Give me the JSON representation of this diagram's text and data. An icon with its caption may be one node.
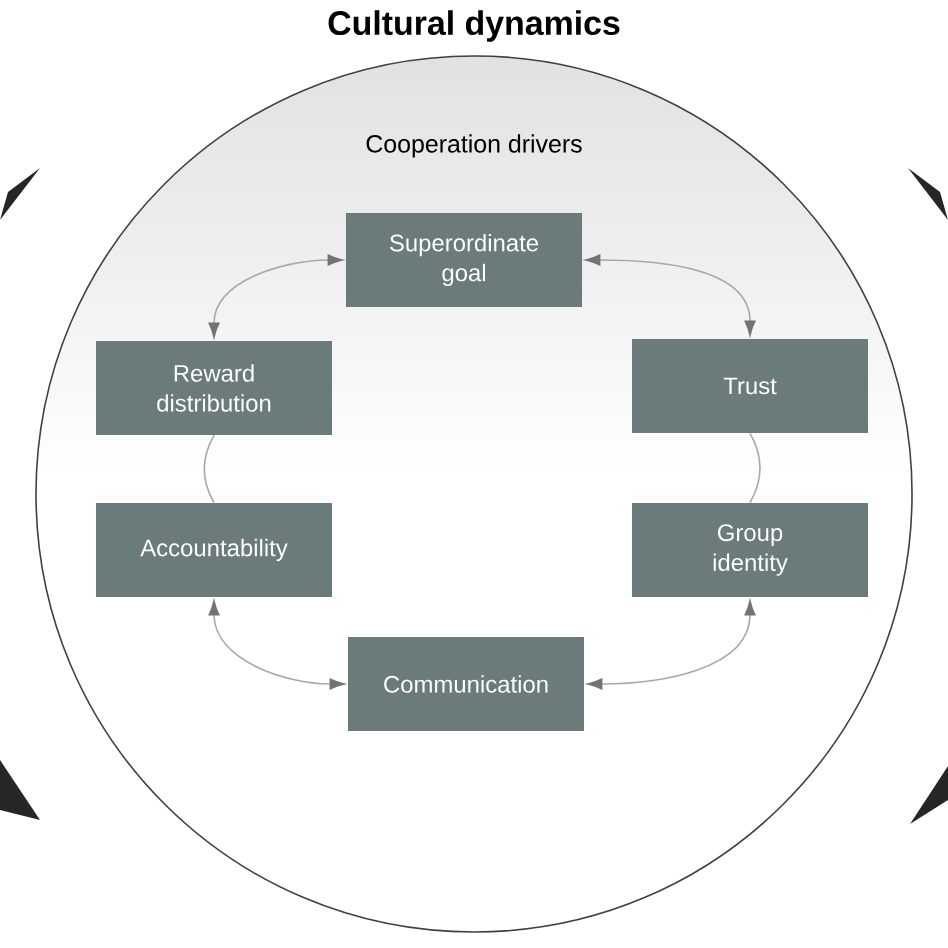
{
  "diagram": {
    "title": "Cultural dynamics",
    "nodes": [
      {
        "text": [
          "Cooperation drivers"
        ]
      },
      {
        "text": [
          "Superordinate goal"
        ],
        "in": 0
      },
      {
        "text": [
          "Reward distribution"
        ],
        "in": 0
      },
      {
        "text": [
          "Trust"
        ],
        "in": 0
      },
      {
        "text": [
          "Accountability"
        ],
        "in": 0
      },
      {
        "text": [
          "Group identity"
        ],
        "in": 0
      },
      {
        "text": [
          "Communication"
        ],
        "in": 0
      }
    ],
    "edges": [
      {
        "from": 1,
        "to": 2,
        "arrow": "both"
      },
      {
        "from": 1,
        "to": 3,
        "arrow": "both"
      },
      {
        "from": 2,
        "to": 4,
        "arrow": "none"
      },
      {
        "from": 3,
        "to": 5,
        "arrow": "none"
      },
      {
        "from": 4,
        "to": 6,
        "arrow": "both"
      },
      {
        "from": 5,
        "to": 6,
        "arrow": "both"
      }
    ]
  }
}
